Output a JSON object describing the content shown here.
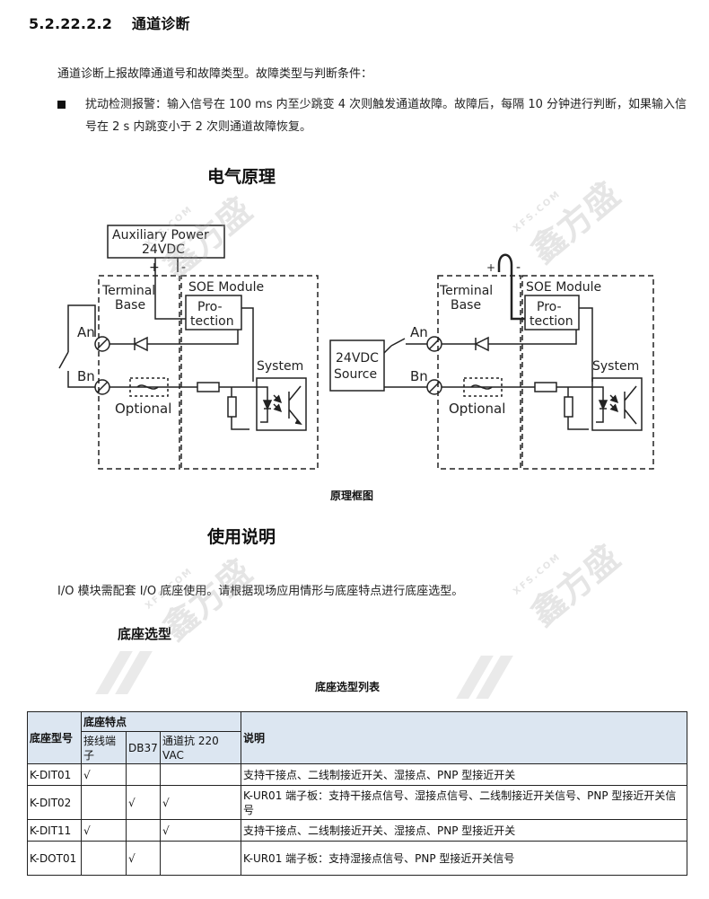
{
  "section": {
    "number": "5.2.22.2.2",
    "title": "通道诊断"
  },
  "intro": "通道诊断上报故障通道号和故障类型。故障类型与判断条件：",
  "bullet": "扰动检测报警：输入信号在 100 ms 内至少跳变 4 次则触发通道故障。故障后，每隔 10 分钟进行判断，如果输入信号在 2 s 内跳变小于 2 次则通道故障恢复。",
  "diagram": {
    "title": "电气原理",
    "caption": "原理框图",
    "aux_power_line1": "Auxiliary Power",
    "aux_power_line2": "24VDC",
    "plus": "+",
    "minus": "-",
    "terminal_base_1": "Terminal",
    "terminal_base_2": "Base",
    "soe_module": "SOE Module",
    "protection_1": "Pro-",
    "protection_2": "tection",
    "system": "System",
    "an": "An",
    "bn": "Bn",
    "optional": "Optional",
    "source_line1": "24VDC",
    "source_line2": "Source"
  },
  "usage": {
    "title": "使用说明",
    "text": "I/O 模块需配套 I/O 底座使用。请根据现场应用情形与底座特点进行底座选型。",
    "subtitle": "底座选型"
  },
  "table": {
    "title": "底座选型列表",
    "header_model": "底座型号",
    "header_features": "底座特点",
    "header_terminal": "接线端子",
    "header_db37": "DB37",
    "header_ac": "通道抗 220 VAC",
    "header_desc": "说明",
    "rows": [
      {
        "model": "K-DIT01",
        "terminal": "√",
        "db37": "",
        "ac": "",
        "desc": "支持干接点、二线制接近开关、湿接点、PNP 型接近开关"
      },
      {
        "model": "K-DIT02",
        "terminal": "",
        "db37": "√",
        "ac": "√",
        "desc": "K-UR01 端子板：支持干接点信号、湿接点信号、二线制接近开关信号、PNP 型接近开关信号"
      },
      {
        "model": "K-DIT11",
        "terminal": "√",
        "db37": "",
        "ac": "√",
        "desc": "支持干接点、二线制接近开关、湿接点、PNP 型接近开关"
      },
      {
        "model": "K-DOT01",
        "terminal": "",
        "db37": "√",
        "ac": "",
        "desc": "K-UR01 端子板：支持湿接点信号、PNP 型接近开关信号"
      }
    ]
  },
  "watermark": {
    "en": "XFS.COM",
    "cn": "鑫方盛"
  }
}
